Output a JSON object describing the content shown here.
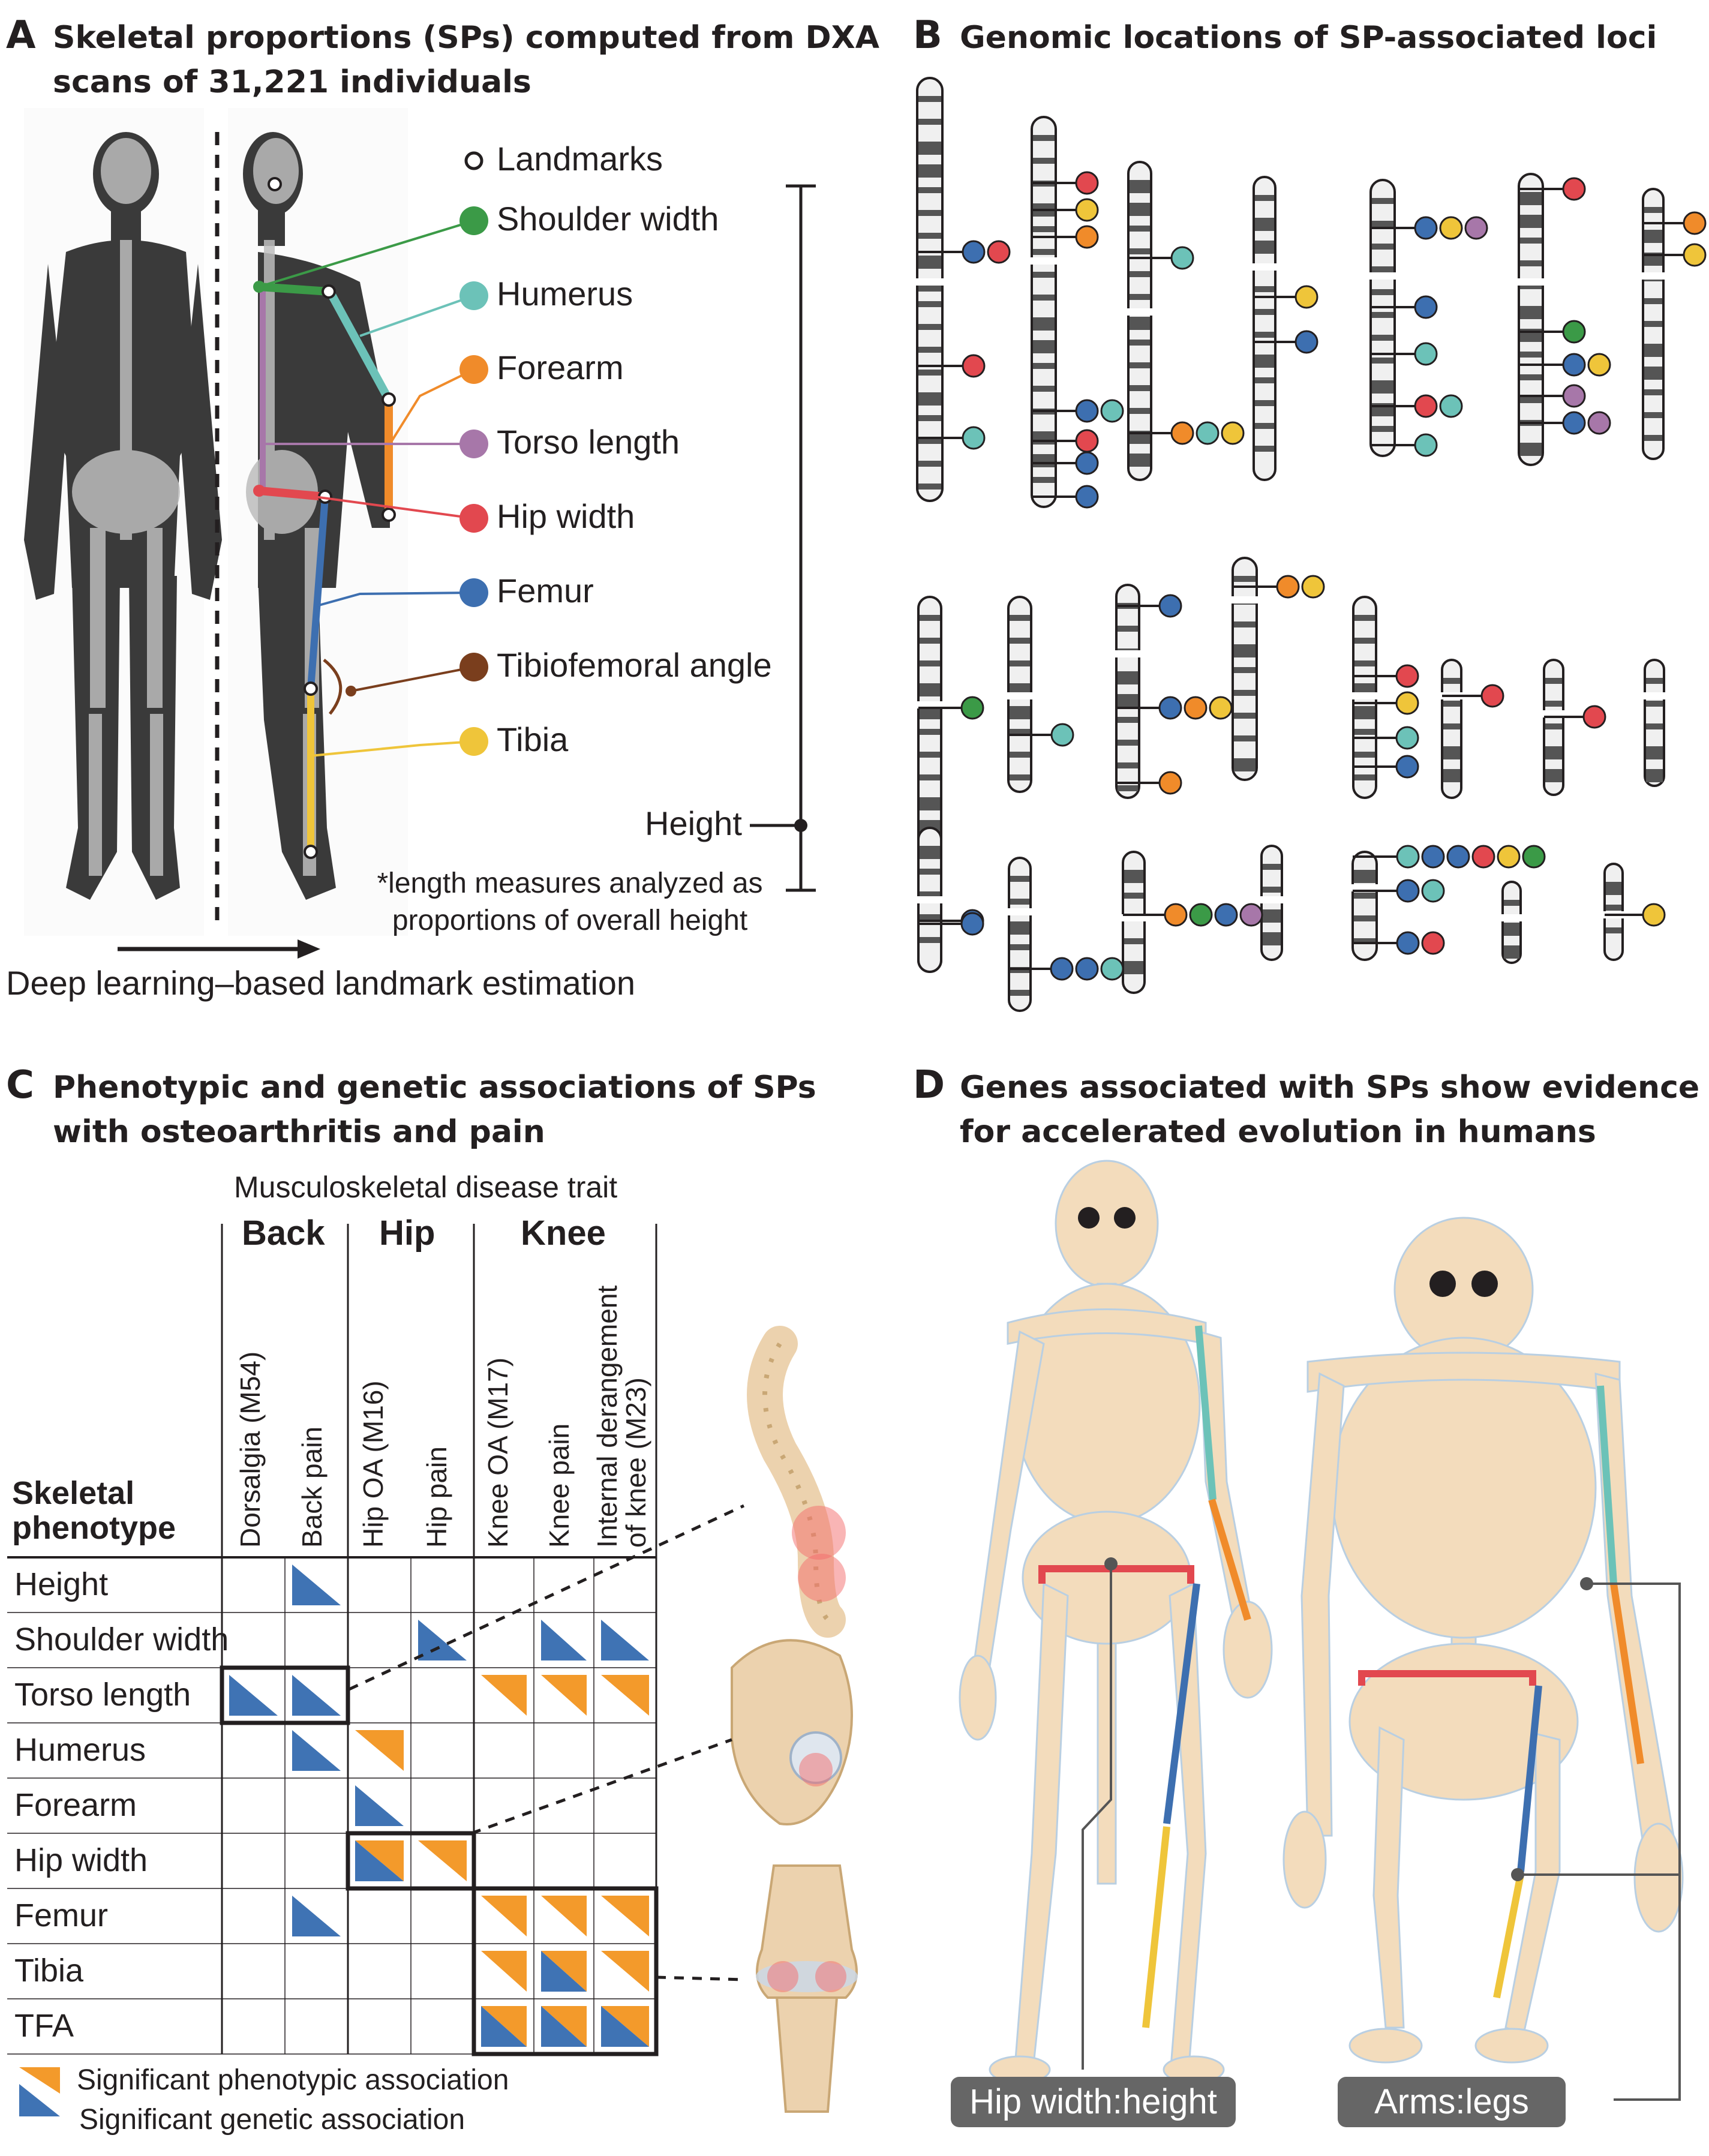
{
  "panels": {
    "a": {
      "letter": "A",
      "title_line1": "Skeletal proportions (SPs) computed from DXA",
      "title_line2": "scans of 31,221 individuals"
    },
    "b": {
      "letter": "B",
      "title": "Genomic locations of SP-associated loci"
    },
    "c": {
      "letter": "C",
      "title_line1": "Phenotypic and genetic associations of SPs",
      "title_line2": "with osteoarthritis and pain"
    },
    "d": {
      "letter": "D",
      "title_line1": "Genes associated with SPs show evidence",
      "title_line2": "for accelerated evolution in humans"
    }
  },
  "legend_a": {
    "items": [
      {
        "label": "Landmarks",
        "color": "#ffffff"
      },
      {
        "label": "Shoulder width",
        "color": "#3b9a47"
      },
      {
        "label": "Humerus",
        "color": "#6cc2b8"
      },
      {
        "label": "Forearm",
        "color": "#f08b2a"
      },
      {
        "label": "Torso length",
        "color": "#a777a9"
      },
      {
        "label": "Hip width",
        "color": "#e2484f"
      },
      {
        "label": "Femur",
        "color": "#3d6fb0"
      },
      {
        "label": "Tibiofemoral angle",
        "color": "#7a3e1d"
      },
      {
        "label": "Tibia",
        "color": "#efc53a"
      }
    ],
    "height_label": "Height",
    "note_line1": "*length measures analyzed as",
    "note_line2": "proportions of overall height",
    "arrow_label": "Deep learning–based landmark estimation"
  },
  "panel_c": {
    "super_header": "Musculoskeletal disease trait",
    "groups": [
      "Back",
      "Hip",
      "Knee"
    ],
    "columns": [
      "Dorsalgia (M54)",
      "Back pain",
      "Hip OA (M16)",
      "Hip pain",
      "Knee OA (M17)",
      "Knee pain",
      "Internal derangement",
      "of knee (M23)"
    ],
    "row_header_line1": "Skeletal",
    "row_header_line2": "phenotype",
    "rows": [
      "Height",
      "Shoulder width",
      "Torso length",
      "Humerus",
      "Forearm",
      "Hip width",
      "Femur",
      "Tibia",
      "TFA"
    ],
    "cells": [
      [
        "",
        "G",
        "",
        "",
        "",
        "",
        ""
      ],
      [
        "",
        "",
        "",
        "G",
        "",
        "G",
        "G"
      ],
      [
        "G",
        "G",
        "",
        "",
        "P",
        "P",
        "P"
      ],
      [
        "",
        "G",
        "P",
        "",
        "",
        "",
        ""
      ],
      [
        "",
        "",
        "G",
        "",
        "",
        "",
        ""
      ],
      [
        "",
        "",
        "PG",
        "P",
        "",
        "",
        ""
      ],
      [
        "",
        "G",
        "",
        "",
        "P",
        "P",
        "P"
      ],
      [
        "",
        "",
        "",
        "",
        "P",
        "PG",
        "P"
      ],
      [
        "",
        "",
        "",
        "",
        "PG",
        "PG",
        "PG"
      ]
    ],
    "legend_phenotypic": "Significant phenotypic association",
    "legend_genetic": "Significant genetic association",
    "colors": {
      "phenotypic": "#f39a2b",
      "genetic": "#3f73b4"
    }
  },
  "panel_d": {
    "badge_left": "Hip width:height",
    "badge_right": "Arms:legs"
  }
}
